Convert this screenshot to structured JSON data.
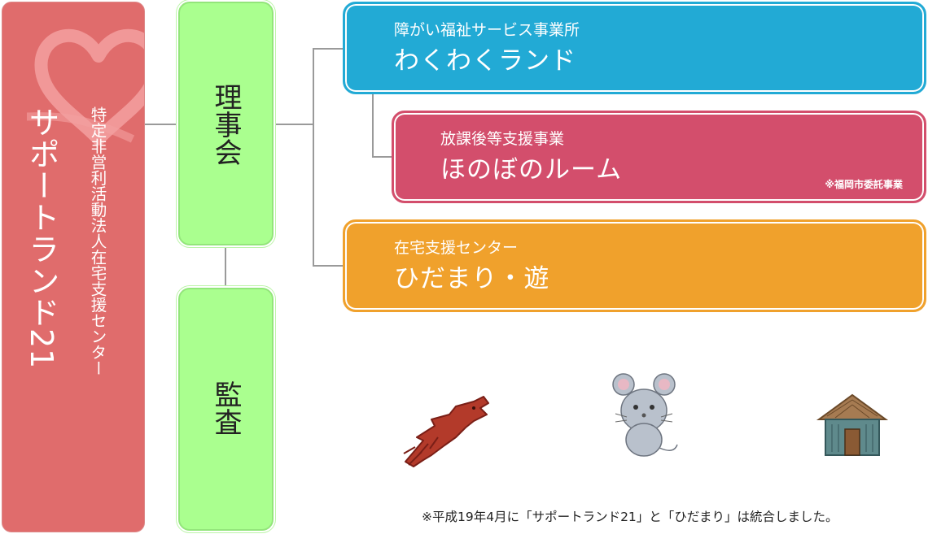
{
  "organization": {
    "name": "サポートランド21",
    "type": "特定非営利活動法人在宅支援センター"
  },
  "board": {
    "label": "理事会"
  },
  "audit": {
    "label": "監査"
  },
  "programs": [
    {
      "sub": "障がい福祉サービス事業所",
      "name": "わくわくランド",
      "note": ""
    },
    {
      "sub": "放課後等支援事業",
      "name": "ほのぼのルーム",
      "note": "※福岡市委託事業"
    },
    {
      "sub": "在宅支援センター",
      "name": "ひだまり・遊",
      "note": ""
    }
  ],
  "footnote": "※平成19年4月に「サポートランド21」と「ひだまり」は統合しました。",
  "colors": {
    "org": "#e06c6c",
    "green": "#aaff8f",
    "blue": "#22aad5",
    "pink": "#d34e6c",
    "orange": "#f0a12c"
  }
}
